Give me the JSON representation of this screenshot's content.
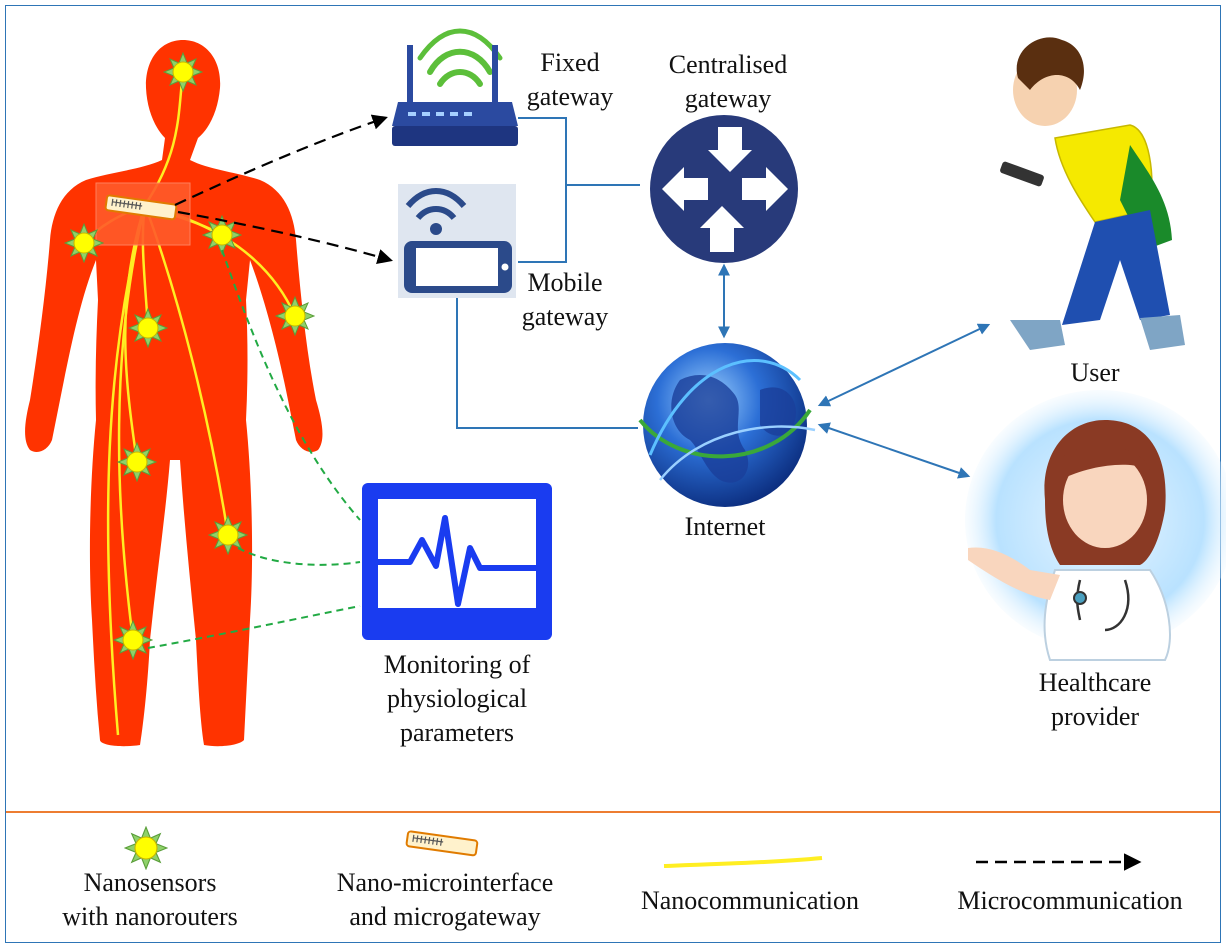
{
  "diagram": {
    "labels": {
      "fixed_gateway": "Fixed\ngateway",
      "centralised_gateway": "Centralised\ngateway",
      "mobile_gateway": "Mobile\ngateway",
      "internet": "Internet",
      "user": "User",
      "healthcare_provider": "Healthcare\nprovider",
      "monitoring": "Monitoring of\nphysiological\nparameters"
    },
    "colors": {
      "body": "#ff3300",
      "nanolink": "#ffee22",
      "sensor_fill": "#ffff00",
      "sensor_rays": "#8fd16a",
      "green_dashed": "#22aa44",
      "blue_link": "#2e75b6",
      "router_blue": "#2b4aa0",
      "central_gateway": "#283a7a",
      "monitor_blue": "#1a3cf0",
      "separator": "#ed7d31"
    }
  },
  "legend": {
    "nanosensors": "Nanosensors\nwith nanorouters",
    "interface": "Nano-microinterface\nand microgateway",
    "nanocommunication": "Nanocommunication",
    "microcommunication": "Microcommunication"
  }
}
